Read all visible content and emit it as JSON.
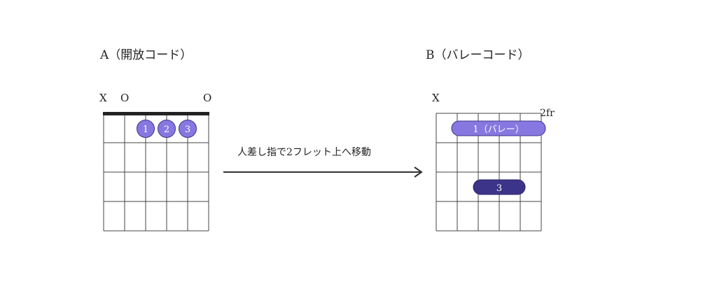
{
  "chord_a": {
    "title": "A（開放コード）",
    "string_markers": [
      "X",
      "O",
      "",
      "",
      "",
      "O"
    ],
    "fingers": [
      {
        "label": "1",
        "fret": 1,
        "string": 3
      },
      {
        "label": "2",
        "fret": 1,
        "string": 4
      },
      {
        "label": "3",
        "fret": 1,
        "string": 5
      }
    ],
    "finger_color": "#8777e0"
  },
  "transition": {
    "label": "人差し指で2フレット上へ移動"
  },
  "chord_b": {
    "title": "B（バレーコード）",
    "string_markers": [
      "X",
      "",
      "",
      "",
      "",
      ""
    ],
    "start_fret_label": "2fr",
    "barre": {
      "label": "1（バレー）",
      "fret": 1,
      "from_string": 2,
      "to_string": 6,
      "color": "#8777e0"
    },
    "partial_barre": {
      "label": "3",
      "fret": 3,
      "from_string": 3,
      "to_string": 5,
      "color": "#3c3489"
    }
  }
}
